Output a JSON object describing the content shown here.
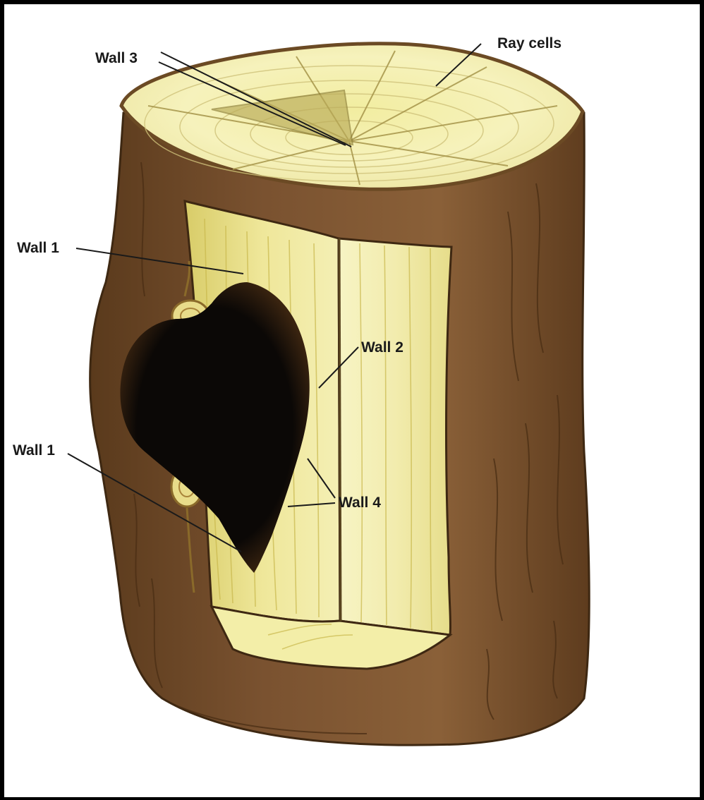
{
  "labels": {
    "wall3": "Wall 3",
    "ray_cells": "Ray cells",
    "wall1_upper": "Wall 1",
    "wall2": "Wall 2",
    "wall1_lower": "Wall 1",
    "wall4": "Wall 4"
  },
  "colors": {
    "background_border": "#000000",
    "canvas": "#ffffff",
    "bark_dark": "#5a3a1c",
    "bark_mid": "#7a5230",
    "bark_light": "#9c7246",
    "wood_light": "#f7f3b8",
    "wood_mid": "#ece48a",
    "wood_grain": "#c9b84c",
    "cavity": "#0b0806",
    "leader_line": "#1a1a1a"
  }
}
